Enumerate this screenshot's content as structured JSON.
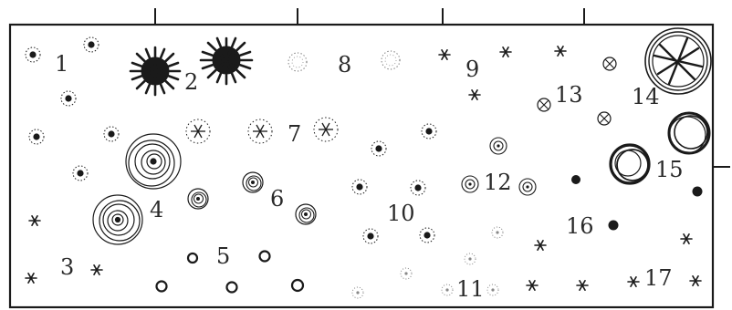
{
  "figure": {
    "labels": [
      "1",
      "2",
      "3",
      "4",
      "5",
      "6",
      "7",
      "8",
      "9",
      "10",
      "11",
      "12",
      "13",
      "14",
      "15",
      "16",
      "17"
    ]
  },
  "colors": {
    "ink": "#1a1a1a",
    "paper": "#ffffff"
  }
}
